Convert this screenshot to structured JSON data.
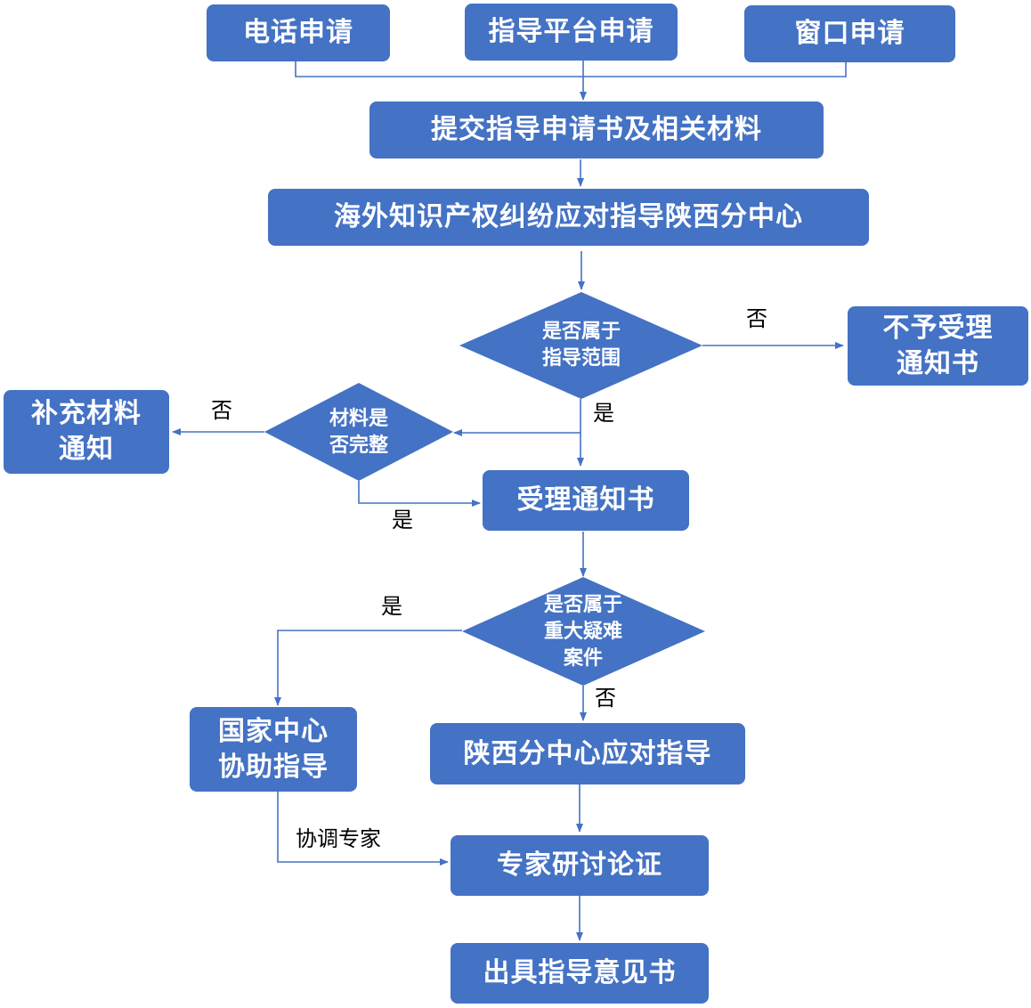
{
  "nodes": {
    "phone_apply": "电话申请",
    "platform_apply": "指导平台申请",
    "window_apply": "窗口申请",
    "submit_materials": "提交指导申请书及相关材料",
    "shaanxi_center": "海外知识产权纠纷应对指导陕西分中心",
    "q_in_scope": "是否属于\n指导范围",
    "reject_notice": "不予受理\n通知书",
    "q_materials_complete": "材料是\n否完整",
    "supplement_notice": "补充材料\n通知",
    "accept_notice": "受理通知书",
    "q_major_case": "是否属于\n重大疑难\n案件",
    "national_center": "国家中心\n协助指导",
    "shaanxi_guidance": "陕西分中心应对指导",
    "expert_review": "专家研讨论证",
    "issue_opinion": "出具指导意见书"
  },
  "edge_labels": {
    "scope_no": "否",
    "scope_yes": "是",
    "materials_no": "否",
    "materials_yes": "是",
    "major_yes": "是",
    "major_no": "否",
    "coordinate_experts": "协调专家"
  },
  "colors": {
    "node_fill": "#4472C4",
    "node_text": "#FFFFFF",
    "connector": "#4472C4",
    "edge_label_text": "#000000"
  }
}
